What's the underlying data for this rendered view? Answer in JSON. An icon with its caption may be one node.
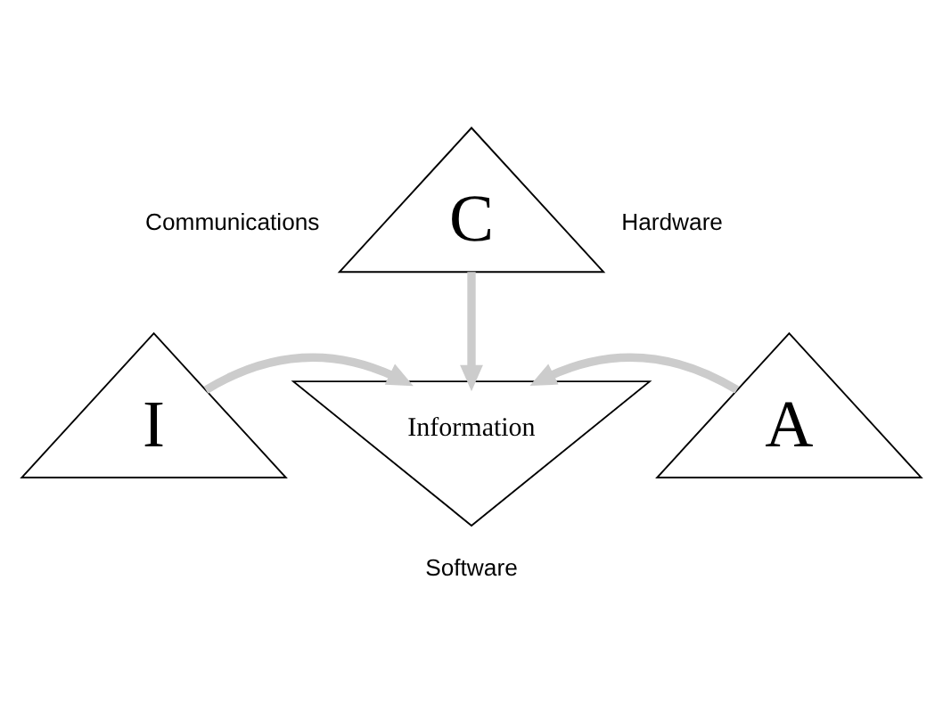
{
  "diagram": {
    "nodes": [
      {
        "text": [
          "C"
        ]
      },
      {
        "text": [
          "Information"
        ]
      },
      {
        "text": [
          "I"
        ]
      },
      {
        "text": [
          "A"
        ]
      }
    ],
    "edges": [
      {
        "from": 0,
        "to": 1,
        "arrow": "to"
      },
      {
        "from": 2,
        "to": 1,
        "arrow": "to"
      },
      {
        "from": 3,
        "to": 1,
        "arrow": "to"
      }
    ],
    "labels": [
      "Communications",
      "Hardware",
      "Software"
    ]
  }
}
